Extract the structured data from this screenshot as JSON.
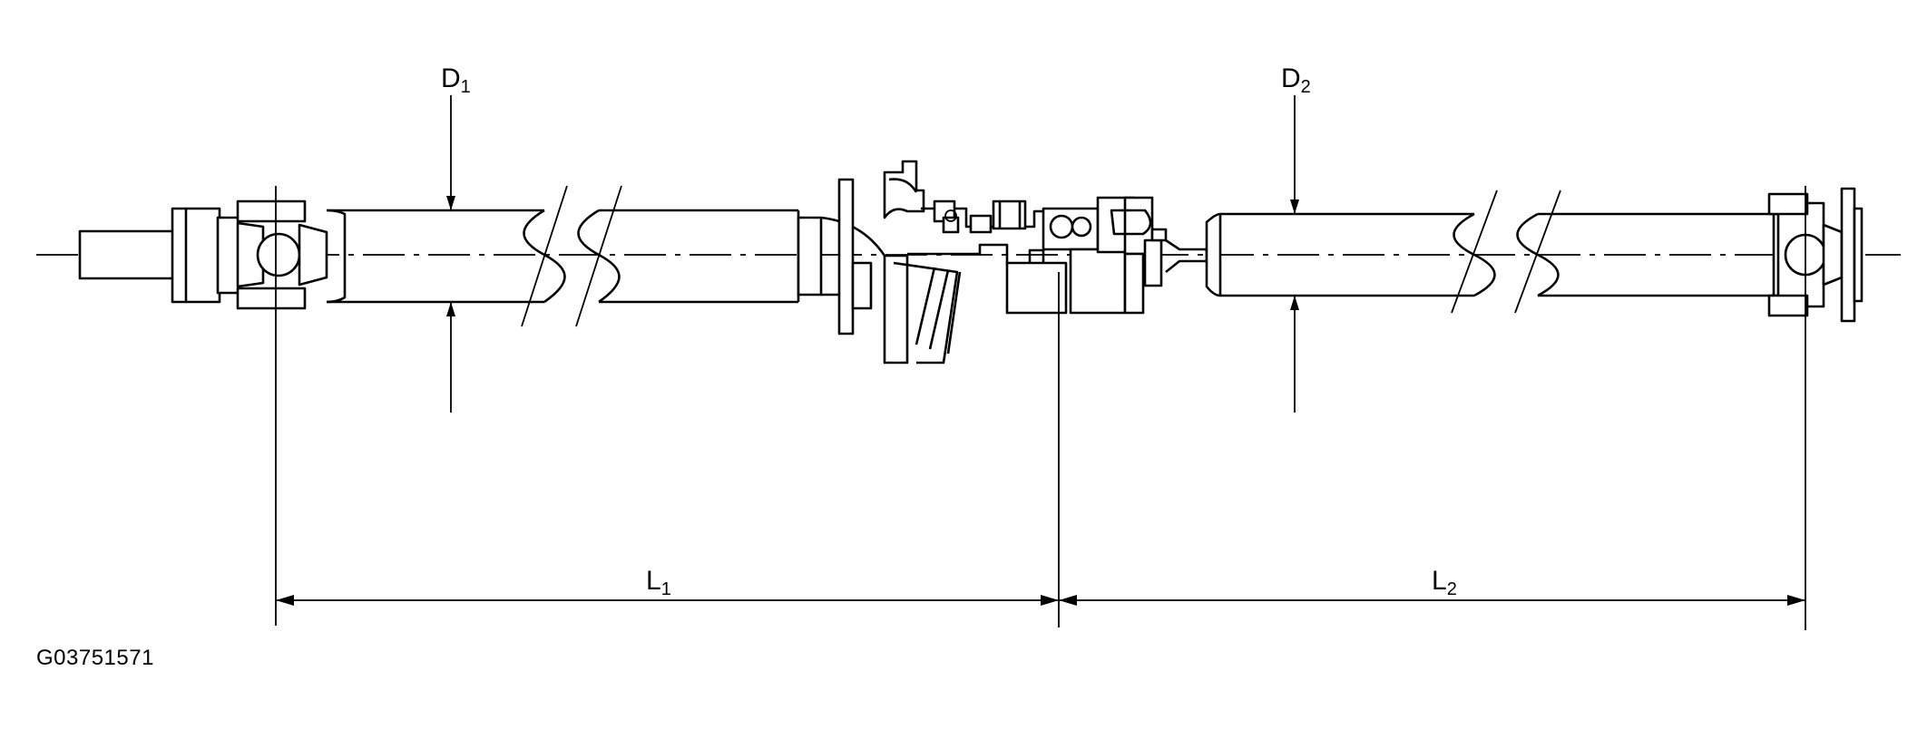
{
  "labels": {
    "d1": {
      "letter": "D",
      "subscript": "1"
    },
    "d2": {
      "letter": "D",
      "subscript": "2"
    },
    "l1": {
      "letter": "L",
      "subscript": "1"
    },
    "l2": {
      "letter": "L",
      "subscript": "2"
    }
  },
  "figure_code": "G03751571",
  "colors": {
    "line": "#000000",
    "background": "#ffffff"
  }
}
